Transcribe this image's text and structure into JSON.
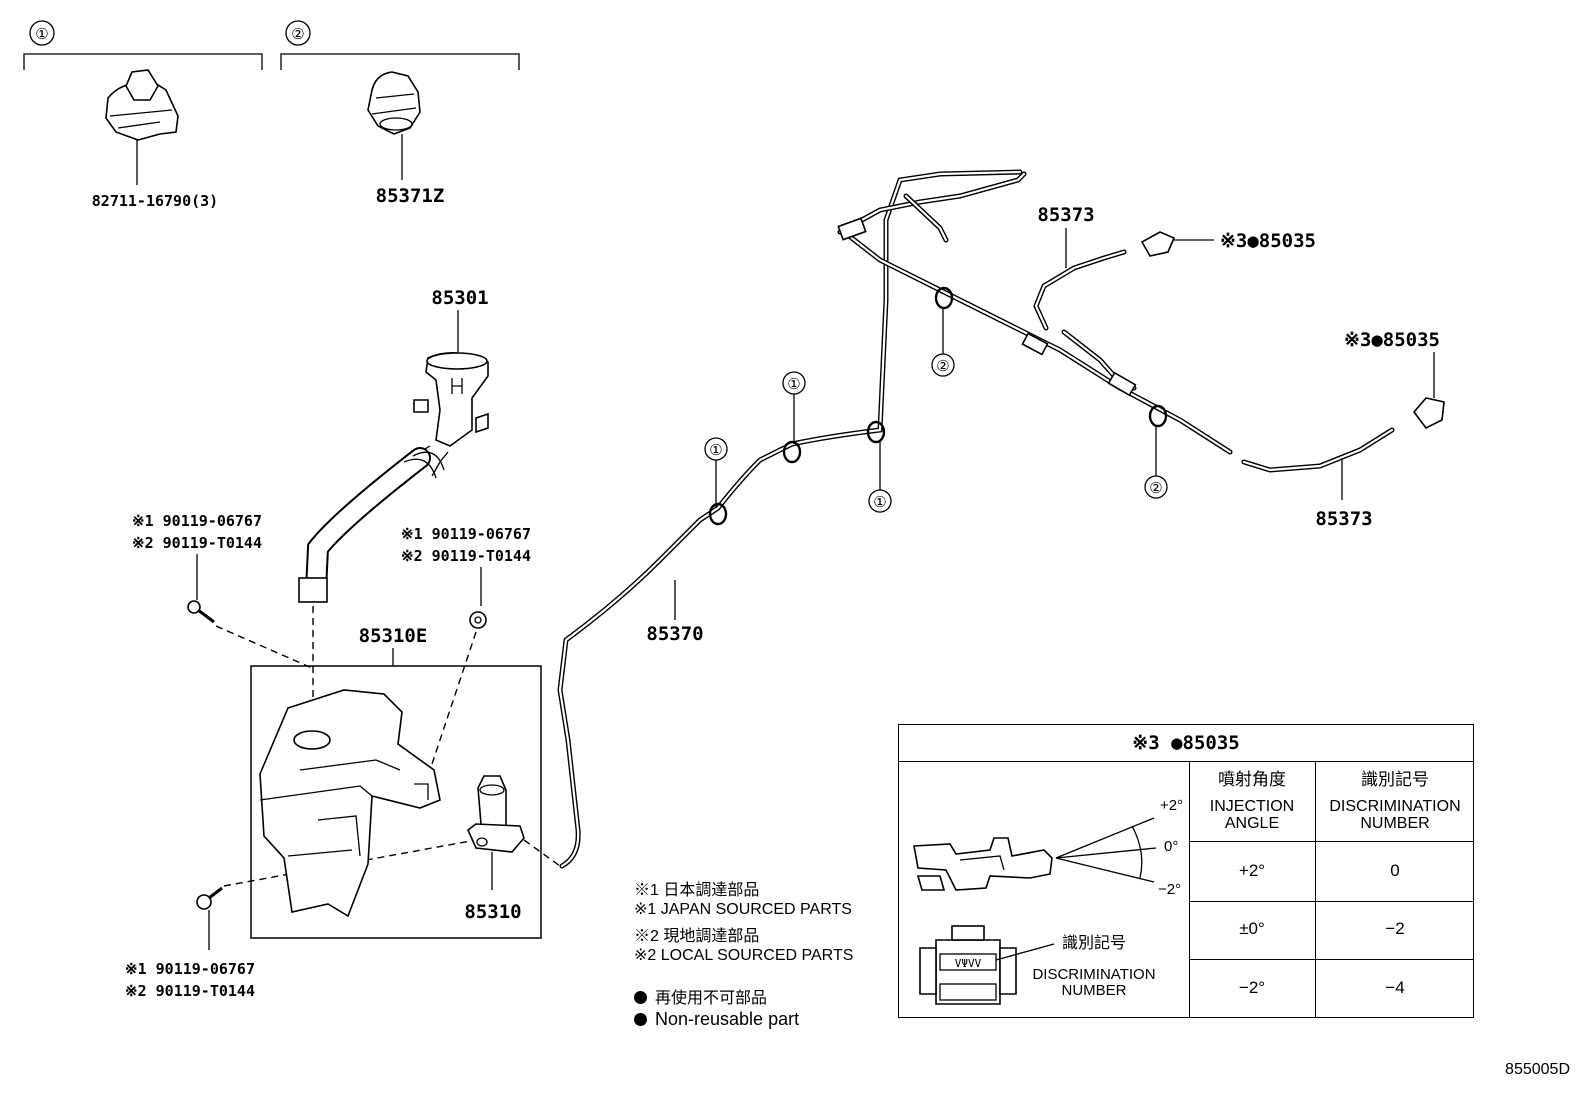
{
  "callouts": {
    "clip1": "①",
    "clip2": "②"
  },
  "parts": {
    "clip_1": "82711-16790(3)",
    "clip_2": "85371Z",
    "inlet": "85301",
    "tank": "85310E",
    "pump": "85310",
    "hose_main": "85370",
    "hose_upper": "85373",
    "hose_lower": "85373",
    "nozzle_upper": "※3●85035",
    "nozzle_lower": "※3●85035",
    "bolt_top_left": {
      "line1": "※1 90119-06767",
      "line2": "※2 90119-T0144"
    },
    "bolt_top_right": {
      "line1": "※1 90119-06767",
      "line2": "※2 90119-T0144"
    },
    "bolt_bottom": {
      "line1": "※1 90119-06767",
      "line2": "※2 90119-T0144"
    }
  },
  "notes": {
    "n1": "※1 日本調達部品",
    "n2": "※1 JAPAN SOURCED PARTS",
    "n3": "※2 現地調達部品",
    "n4": "※2 LOCAL SOURCED PARTS",
    "n5": "再使用不可部品",
    "n6": "Non-reusable part"
  },
  "table": {
    "title": "※3 ●85035",
    "col1_jp": "噴射角度",
    "col1_en_1": "INJECTION",
    "col1_en_2": "ANGLE",
    "col2_jp": "識別記号",
    "col2_en_1": "DISCRIMINATION",
    "col2_en_2": "NUMBER",
    "rows": [
      {
        "angle": "+2°",
        "number": "0"
      },
      {
        "angle": "±0°",
        "number": "−2"
      },
      {
        "angle": "−2°",
        "number": "−4"
      }
    ],
    "angle_plus": "+2°",
    "angle_zero": "0°",
    "angle_minus": "−2°",
    "stamp": "VΨVV",
    "disc_jp": "識別記号",
    "disc_en_1": "DISCRIMINATION",
    "disc_en_2": "NUMBER"
  },
  "diagram_code": "855005D"
}
